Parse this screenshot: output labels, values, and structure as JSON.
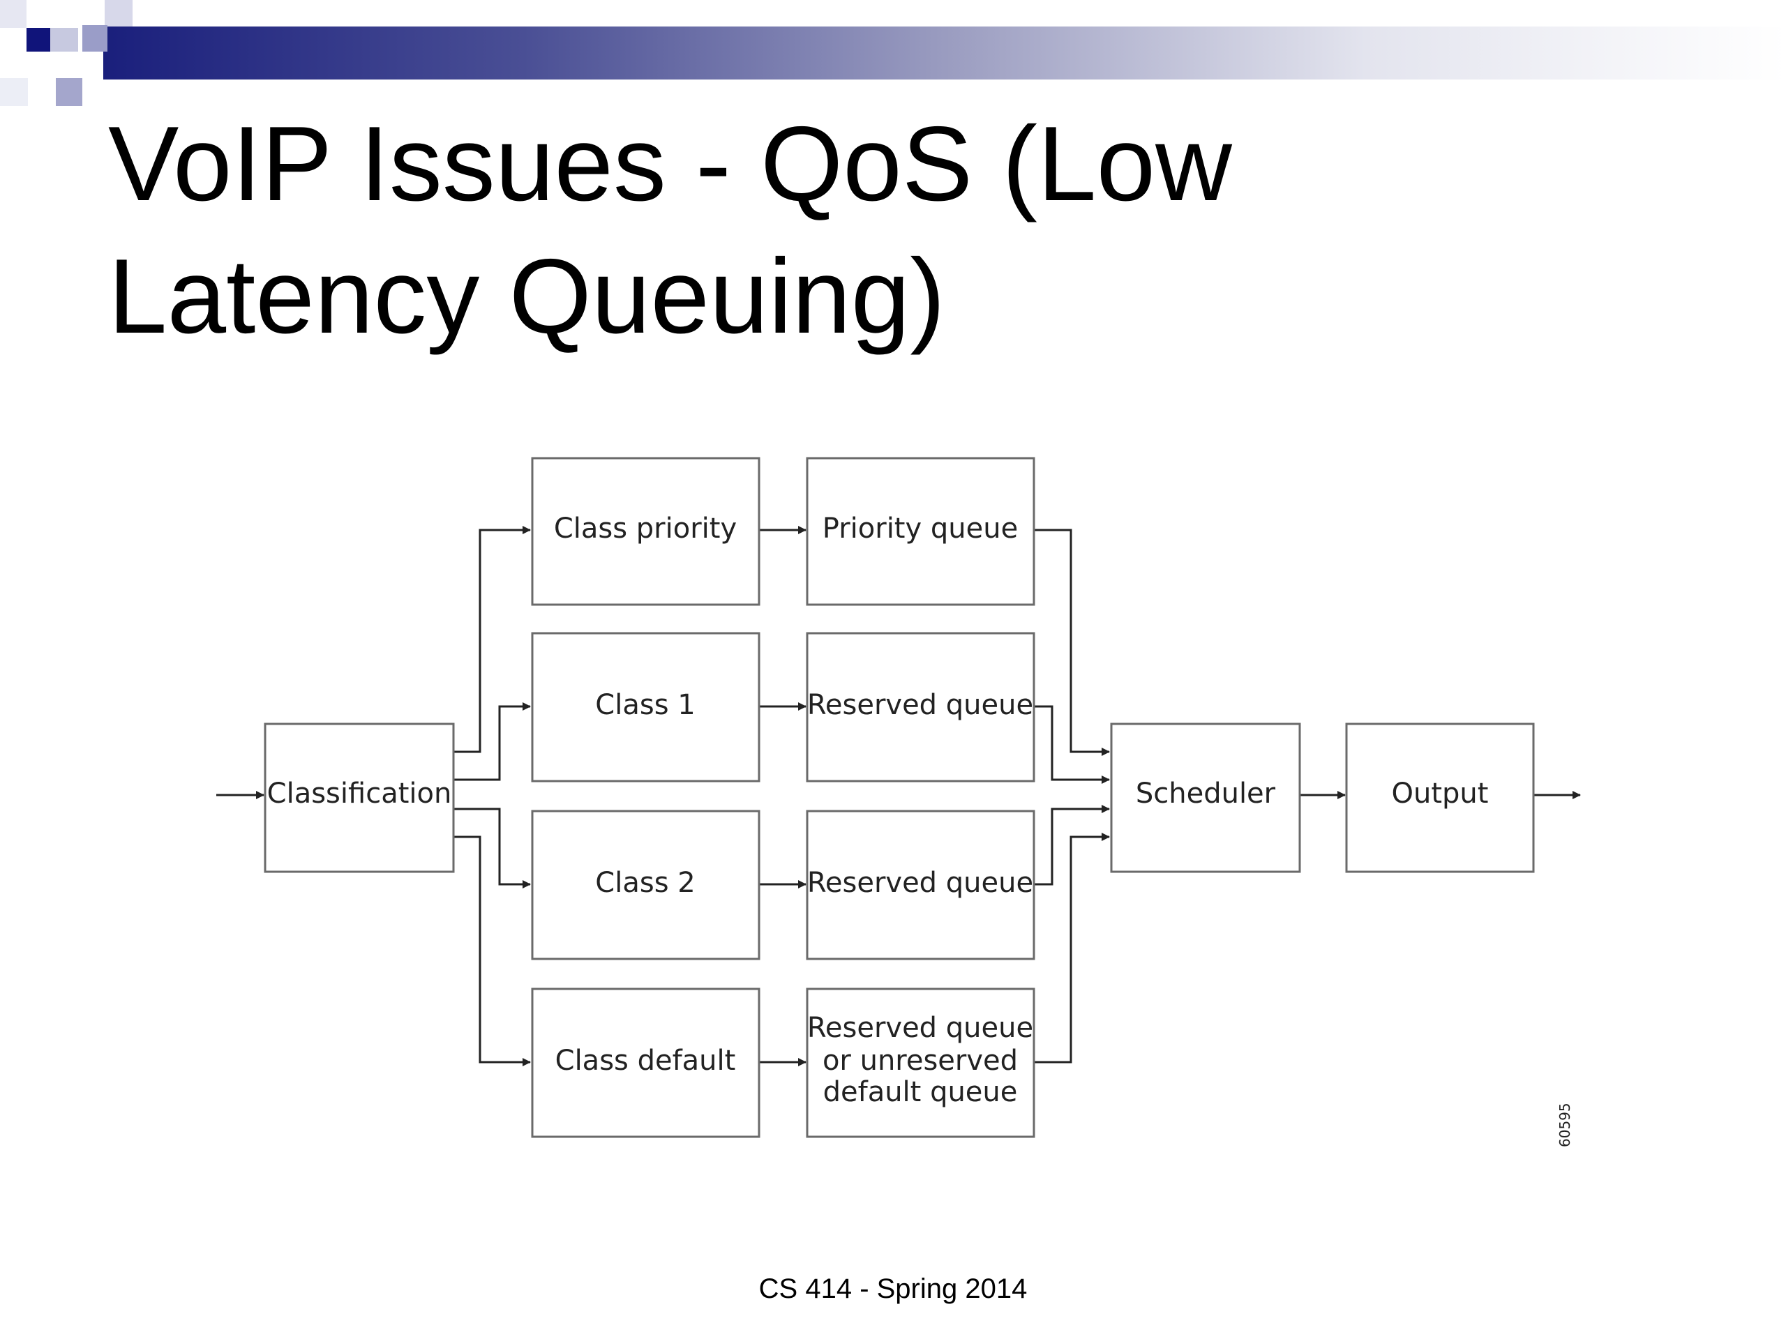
{
  "slide": {
    "title": "VoIP Issues - QoS (Low\nLatency Queuing)",
    "footer": "CS 414 - Spring 2014"
  },
  "diagram": {
    "nodes": {
      "classification": "Classification",
      "class_priority": "Class priority",
      "class_1": "Class 1",
      "class_2": "Class 2",
      "class_default": "Class default",
      "priority_queue": "Priority queue",
      "reserved_queue_1": "Reserved queue",
      "reserved_queue_2": "Reserved queue",
      "default_queue": [
        "Reserved queue",
        "or unreserved",
        "default queue"
      ],
      "scheduler": "Scheduler",
      "output": "Output"
    },
    "figure_id": "60595"
  },
  "colors": {
    "banner_dark": "#1a1f7c",
    "box_border": "#6a6a6a",
    "line": "#222222"
  }
}
